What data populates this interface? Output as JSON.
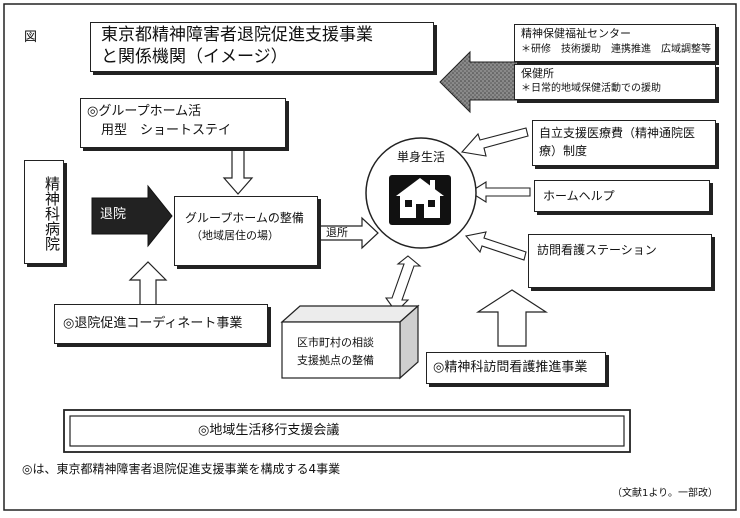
{
  "figure_label": "図",
  "title_line1": "東京都精神障害者退院促進支援事業",
  "title_line2": "と関係機関（イメージ）",
  "center_name": "精神保健福祉センター",
  "center_desc": "＊研修　技術援助　連携推進　広域調整等",
  "hokenjo_name": "保健所",
  "hokenjo_desc": "＊日常的地域保健活動での援助",
  "gh_line1": "◎グループホーム活",
  "gh_line2": "用型　ショートステイ",
  "hospital": "精神科病院",
  "taiin": "退院",
  "gh_improve_line1": "グループホームの整備",
  "gh_improve_line2": "（地域居住の場）",
  "taisho": "退所",
  "single_living": "単身生活",
  "jiritsu_line1": "自立支援医療費（精神通院医",
  "jiritsu_line2": "療）制度",
  "home_help": "ホームヘルプ",
  "visit_station": "訪問看護ステーション",
  "coordinate": "◎退院促進コーディネート事業",
  "kushichoson_line1": "区市町村の相談",
  "kushichoson_line2": "支援拠点の整備",
  "visit_promotion": "◎精神科訪問看護推進事業",
  "council": "◎地域生活移行支援会議",
  "footnote": "◎は、東京都精神障害者退院促進支援事業を構成する4事業",
  "source": "（文献1より。一部改）"
}
